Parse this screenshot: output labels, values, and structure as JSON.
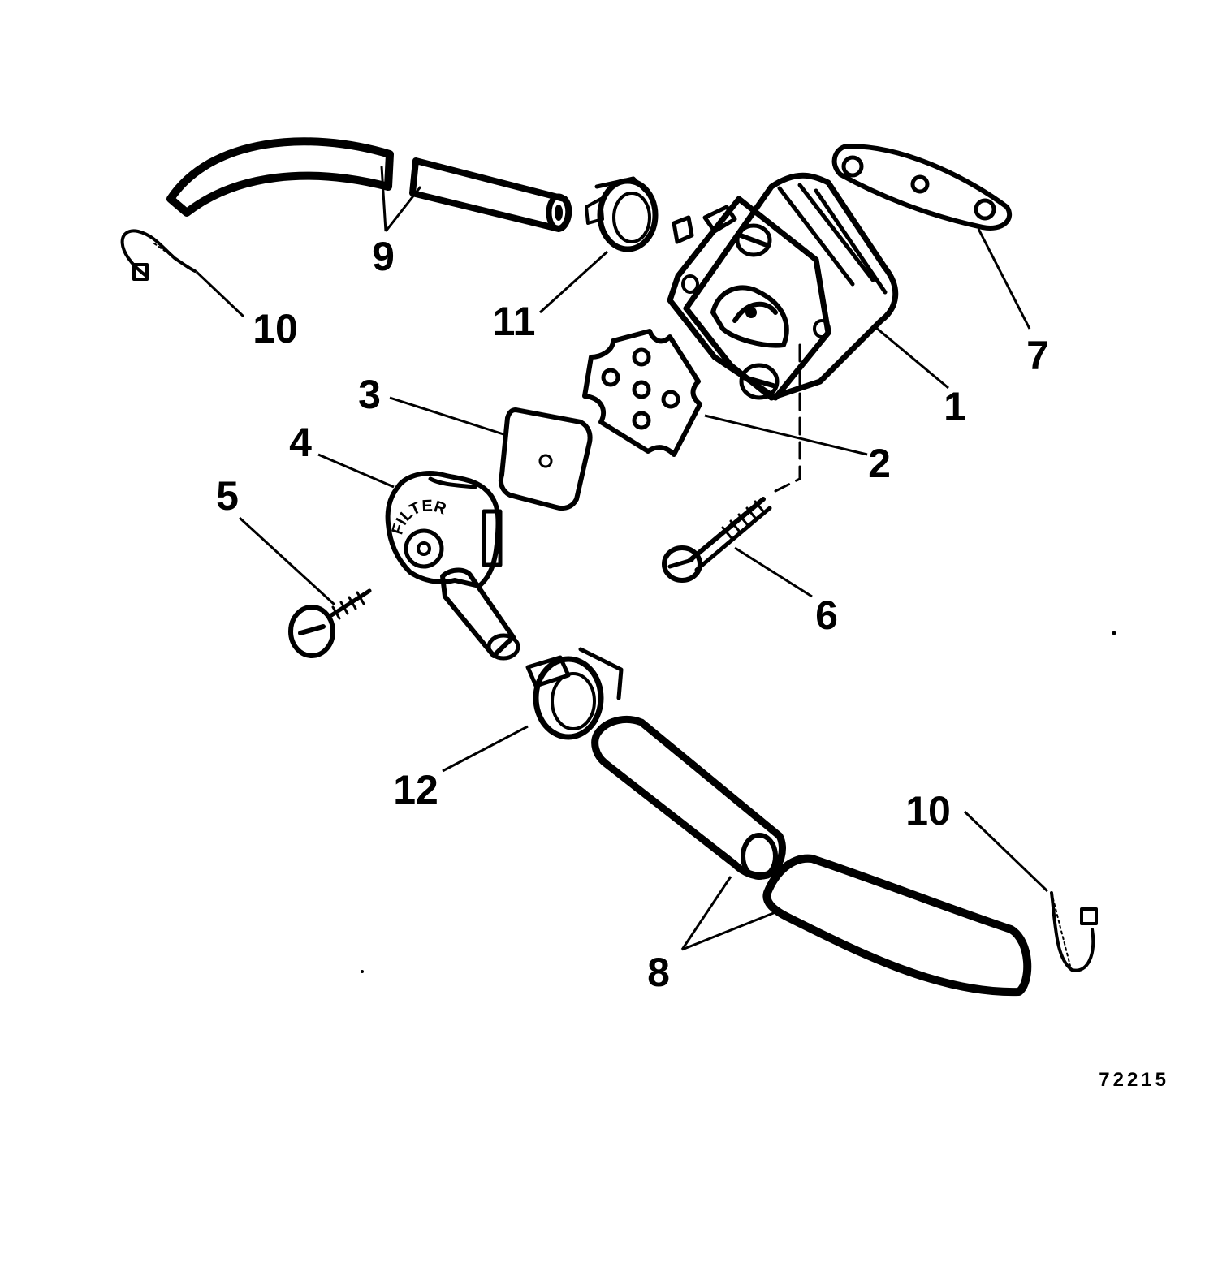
{
  "figure_number": "72215",
  "stamped_text": "FILTER",
  "callouts": {
    "c1": "1",
    "c2": "2",
    "c3": "3",
    "c4": "4",
    "c5": "5",
    "c6": "6",
    "c7": "7",
    "c8": "8",
    "c9": "9",
    "c10a": "10",
    "c10b": "10",
    "c11": "11",
    "c12": "12"
  },
  "colors": {
    "ink": "#000000",
    "paper": "#ffffff"
  }
}
